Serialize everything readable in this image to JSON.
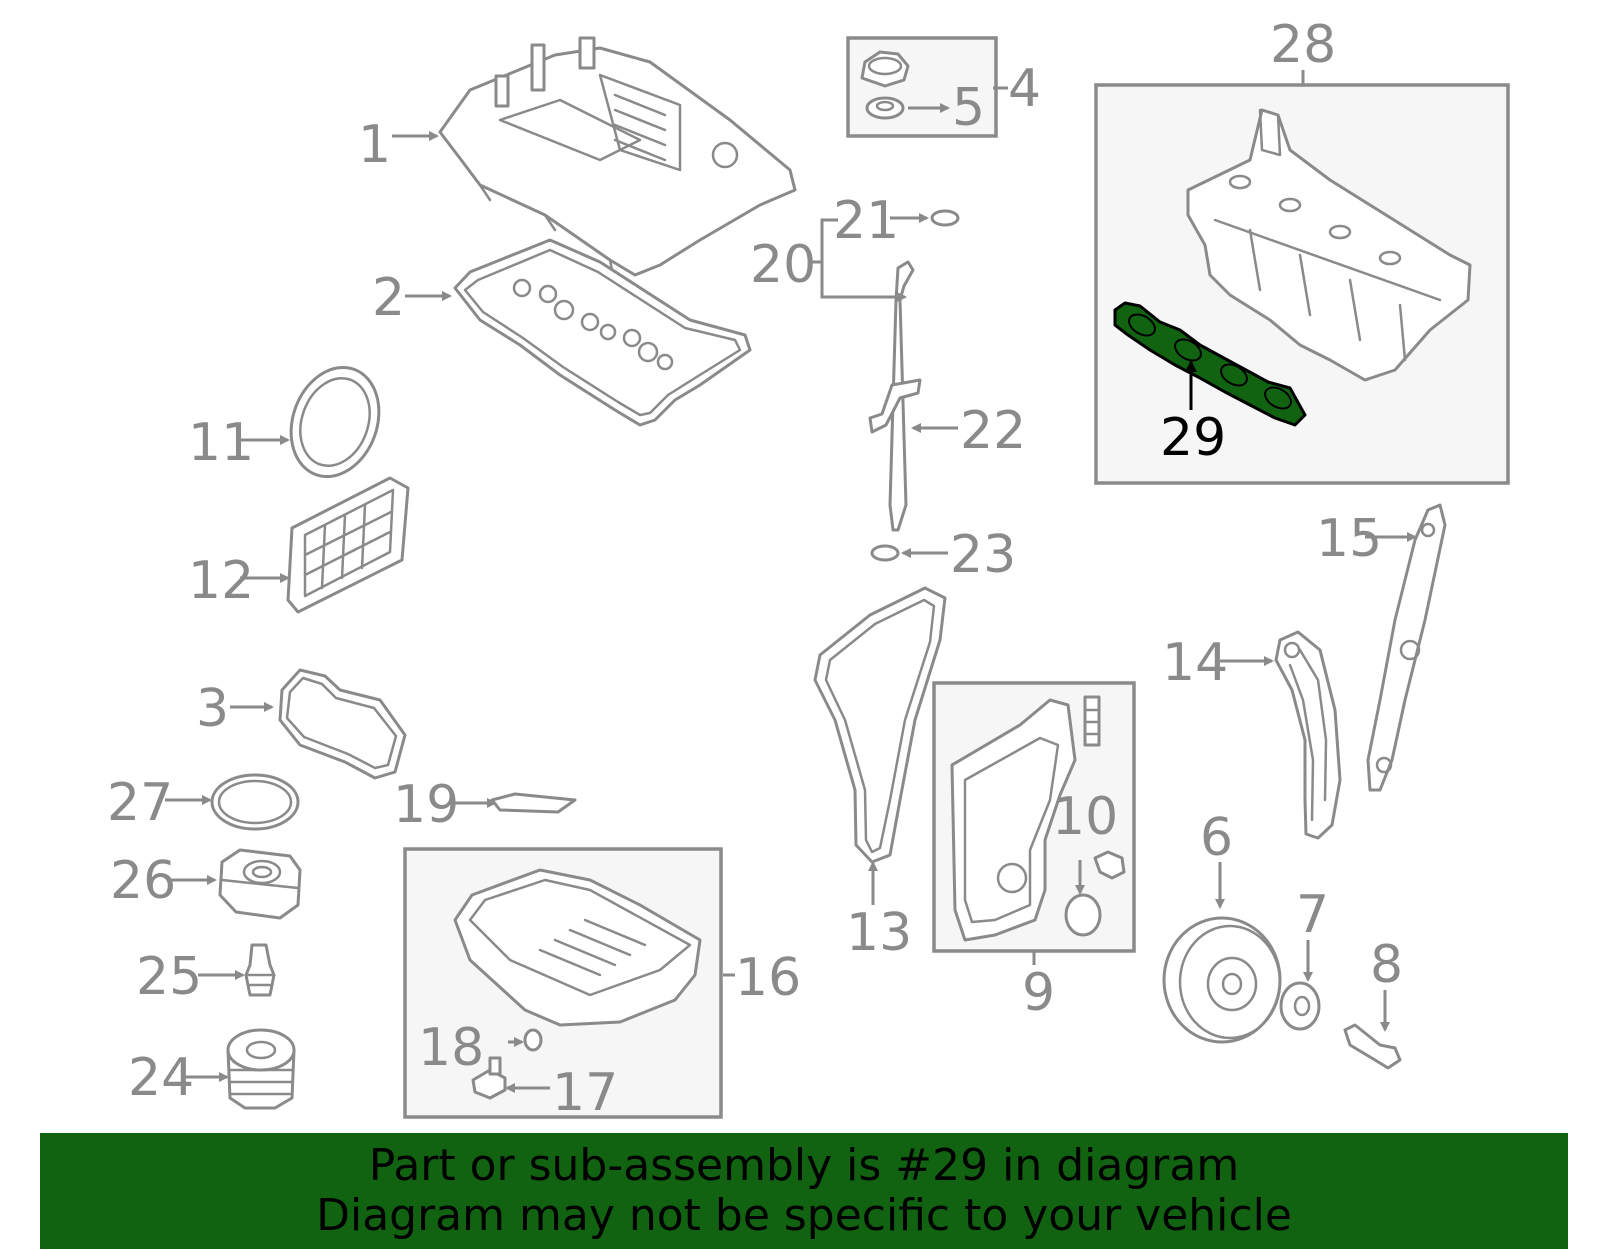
{
  "diagram": {
    "callouts": [
      "1",
      "2",
      "3",
      "4",
      "5",
      "6",
      "7",
      "8",
      "9",
      "10",
      "11",
      "12",
      "13",
      "14",
      "15",
      "16",
      "17",
      "18",
      "19",
      "20",
      "21",
      "22",
      "23",
      "24",
      "25",
      "26",
      "27",
      "28",
      "29"
    ],
    "highlighted_callout": "29",
    "highlight_color": "#116311"
  },
  "banner": {
    "line1": "Part or sub-assembly is #29 in diagram",
    "line2": "Diagram may not be specific to your vehicle",
    "background": "#116311"
  }
}
